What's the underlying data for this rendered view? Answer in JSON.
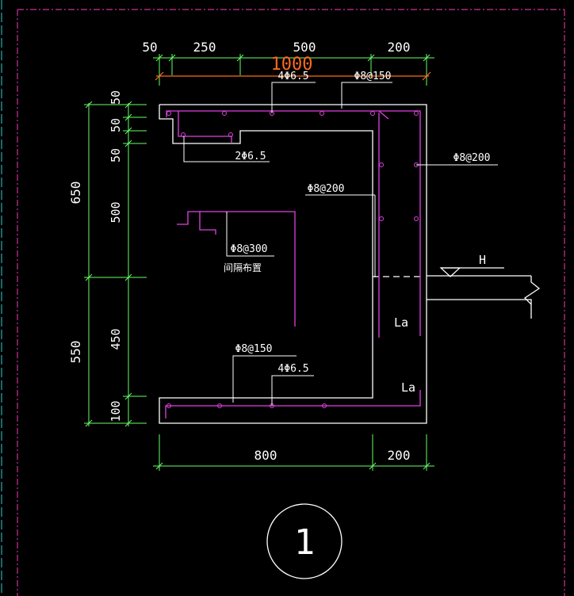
{
  "colors": {
    "background": "#000000",
    "outline": "#ffffff",
    "rebar": "#e040e0",
    "dimension": "#66ff66",
    "frame": "#cc3399",
    "frame_dashed": "#33cccc",
    "total_dimension": "#ff6a1a",
    "text": "#ffffff"
  },
  "top_dims": [
    "50",
    "250",
    "500",
    "200"
  ],
  "total_dim": "1000",
  "left_dims_inner": [
    "50",
    "50",
    "50",
    "500",
    "450",
    "100"
  ],
  "left_dims_outer": [
    "650",
    "550"
  ],
  "bottom_dims": [
    "800",
    "200"
  ],
  "rebar_labels": {
    "top_long": "4Φ6.5",
    "top_stirrup": "Φ8@150",
    "top_small": "2Φ6.5",
    "wall_vertical": "Φ8@200",
    "wall_inner": "Φ8@200",
    "corner_bar": "Φ8@300",
    "corner_note": "间隔布置",
    "bottom_stirrup": "Φ8@150",
    "bottom_long": "4Φ6.5"
  },
  "water_level": "H",
  "anchorage_labels": [
    "La",
    "La"
  ],
  "detail_number": "1"
}
